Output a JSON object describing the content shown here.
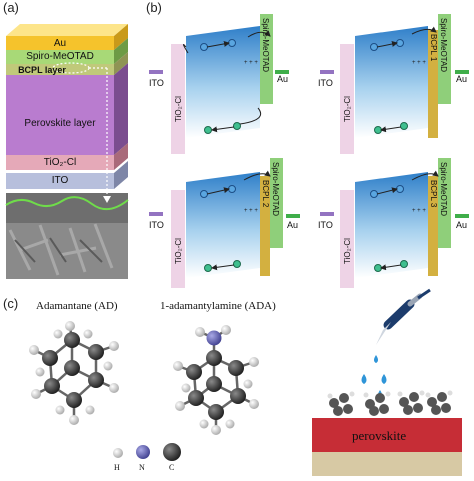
{
  "panels": {
    "a": "(a)",
    "b": "(b)",
    "c": "(c)"
  },
  "stack": {
    "layers": [
      "Au",
      "Spiro-MeOTAD",
      "BCPL layer",
      "Perovskite layer",
      "TiO₂-Cl",
      "ITO"
    ]
  },
  "band": {
    "ito": "ITO",
    "tio2": "TiO₂-Cl",
    "spiro": "Spiro-MeOTAD",
    "au": "Au",
    "bcpl": [
      "BCPL 1",
      "BCPL 2",
      "BCPL 3"
    ]
  },
  "molecules": {
    "ad_label": "Adamantane (AD)",
    "ada_label": "1-adamantylamine (ADA)",
    "legend": [
      "H",
      "N",
      "C"
    ]
  },
  "deposition": {
    "substrate_label": "perovskite"
  },
  "colors": {
    "au": "#f5c32c",
    "spiro": "#a8d977",
    "perovskite": "#b97ccf",
    "tio2": "#e5a9b8",
    "ito": "#b7bfdc",
    "bcpl": "#d3b040",
    "green_bar": "#8fcf7a",
    "pink_bar": "#eed3e6",
    "purple_line": "#9373c1",
    "green_line": "#3fae4a",
    "perovskite_slab": "#c62d36",
    "base_slab": "#d7c9a4"
  }
}
